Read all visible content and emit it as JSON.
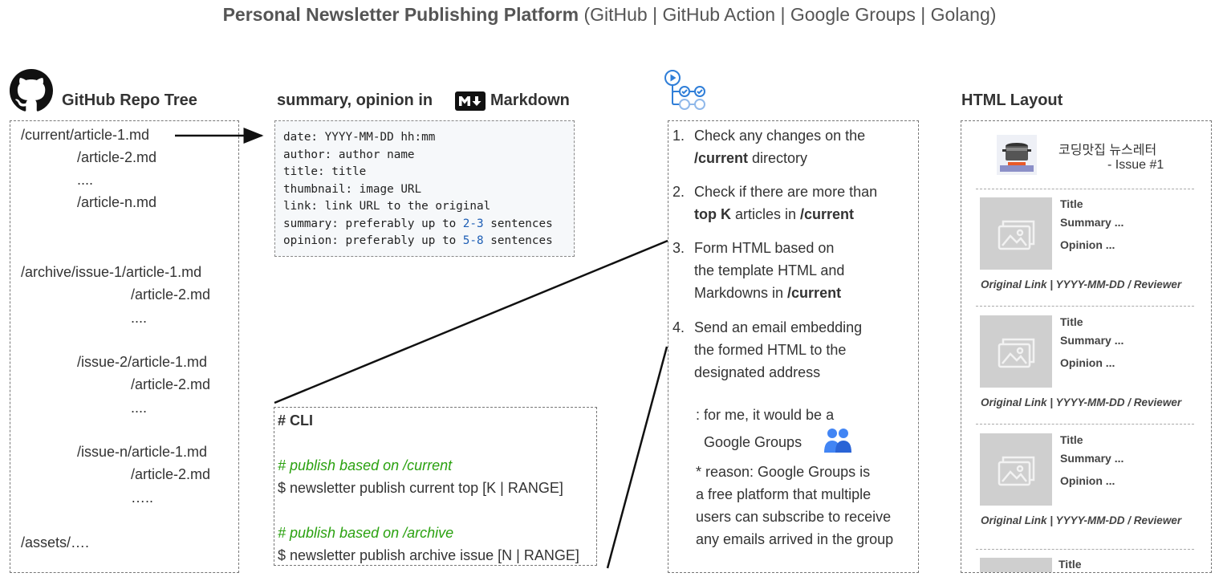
{
  "title": {
    "bold": "Personal Newsletter Publishing Platform",
    "rest": " (GitHub | GitHub Action | Google Groups | Golang)"
  },
  "headings": {
    "repo": "GitHub Repo Tree",
    "markdown_prefix": "summary, opinion in",
    "markdown_suffix": "Markdown",
    "layout": "HTML Layout"
  },
  "icons": {
    "github": "github-octocat-icon",
    "markdown": "markdown-icon",
    "actions": "github-actions-workflow-icon",
    "groups": "google-groups-icon",
    "image": "image-placeholder-icon",
    "logo": "pot-on-stove-logo"
  },
  "repo_tree": [
    "/current/article-1.md",
    "/article-2.md",
    "....",
    "/article-n.md",
    "/archive/issue-1/article-1.md",
    "/article-2.md",
    "....",
    "/issue-2/article-1.md",
    "/article-2.md",
    "....",
    "/issue-n/article-1.md",
    "/article-2.md",
    "…..",
    "/assets/…."
  ],
  "frontmatter": {
    "lines": [
      "date: YYYY-MM-DD hh:mm",
      "author: author name",
      "title: title",
      "thumbnail: image URL",
      "link: link URL to the original"
    ],
    "summary_prefix": "summary: preferably up to ",
    "summary_num": "2-3",
    "summary_suffix": " sentences",
    "opinion_prefix": "opinion: preferably up to ",
    "opinion_num": "5-8",
    "opinion_suffix": " sentences"
  },
  "cli": {
    "heading": "# CLI",
    "comment1": "# publish based on /current",
    "cmd1": "$ newsletter publish current top [K | RANGE]",
    "comment2": "# publish based on /archive",
    "cmd2": "$ newsletter publish archive issue [N | RANGE]"
  },
  "steps": {
    "s1_num": "1.",
    "s1_l1": "Check any changes on the",
    "s1_l2_bold": "/current",
    "s1_l2": " directory",
    "s2_num": "2.",
    "s2_l1": "Check if there are more than",
    "s2_l2_bold1": "top K",
    "s2_l2_mid": " articles in ",
    "s2_l2_bold2": "/current",
    "s3_num": "3.",
    "s3_l1": "Form HTML based on",
    "s3_l2": "the template HTML and",
    "s3_l3": "Markdowns in ",
    "s3_l3_bold": "/current",
    "s4_num": "4.",
    "s4_l1": "Send an email embedding",
    "s4_l2": "the formed HTML to the",
    "s4_l3": "designated address",
    "note1": ": for me, it would be a",
    "note2": "Google Groups",
    "reason": [
      "* reason: Google Groups is",
      "a free platform that multiple",
      "users can subscribe to receive",
      "any emails arrived in the group"
    ]
  },
  "layout": {
    "newsletter_name": "코딩맛집 뉴스레터",
    "issue": "- Issue #1",
    "card_title": "Title",
    "card_summary": "Summary ...",
    "card_opinion": "Opinion ...",
    "meta": "Original Link |  YYYY-MM-DD  /  Reviewer"
  }
}
